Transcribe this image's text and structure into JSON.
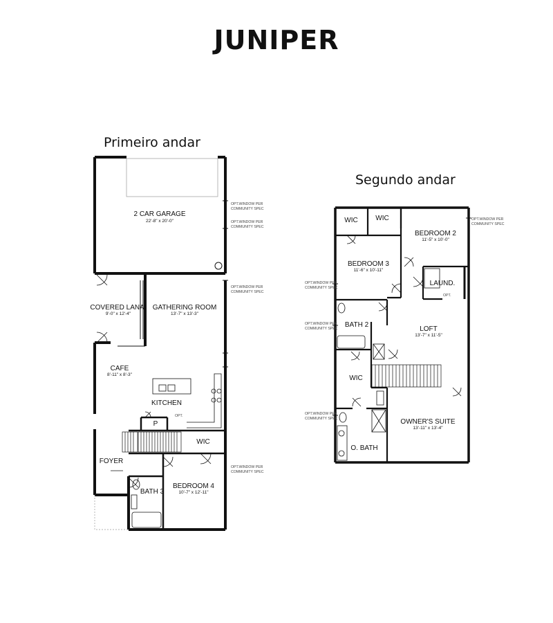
{
  "title": "JUNIPER",
  "first_floor": {
    "label": "Primeiro andar",
    "rooms": {
      "garage": {
        "name": "2 CAR GARAGE",
        "dims": "22'-8\" x 20'-0\""
      },
      "lanai": {
        "name": "COVERED LANAI",
        "dims": "9'-0\" x 12'-4\""
      },
      "gathering": {
        "name": "GATHERING ROOM",
        "dims": "13'-7\" x 13'-3\""
      },
      "cafe": {
        "name": "CAFE",
        "dims": "8'-11\" x 8'-3\""
      },
      "kitchen": {
        "name": "KITCHEN"
      },
      "pantry": {
        "name": "P"
      },
      "wic": {
        "name": "WIC"
      },
      "foyer": {
        "name": "FOYER"
      },
      "bath3": {
        "name": "BATH 3"
      },
      "bedroom4": {
        "name": "BEDROOM 4",
        "dims": "10'-7\" x 12'-11\""
      }
    },
    "notes": {
      "window_line1": "OPT.WINDOW PER",
      "window_line2": "COMMUNITY SPEC",
      "opt": "OPT."
    }
  },
  "second_floor": {
    "label": "Segundo andar",
    "rooms": {
      "wic_a": {
        "name": "WIC"
      },
      "wic_b": {
        "name": "WIC"
      },
      "bedroom2": {
        "name": "BEDROOM 2",
        "dims": "11'-5\" x 10'-0\""
      },
      "bedroom3": {
        "name": "BEDROOM 3",
        "dims": "11'-6\" x 10'-11\""
      },
      "laundry": {
        "name": "LAUND."
      },
      "bath2": {
        "name": "BATH 2"
      },
      "loft": {
        "name": "LOFT",
        "dims": "13'-7\" x 11'-5\""
      },
      "wic_c": {
        "name": "WIC"
      },
      "owners_suite": {
        "name": "OWNER'S SUITE",
        "dims": "13'-11\" x 13'-4\""
      },
      "obath": {
        "name": "O. BATH"
      }
    },
    "notes": {
      "window_line1": "OPT.WINDOW PER",
      "window_line2": "COMMUNITY SPEC",
      "opt": "OPT."
    }
  },
  "colors": {
    "wall": "#111111",
    "line": "#444444",
    "light": "#999999"
  }
}
